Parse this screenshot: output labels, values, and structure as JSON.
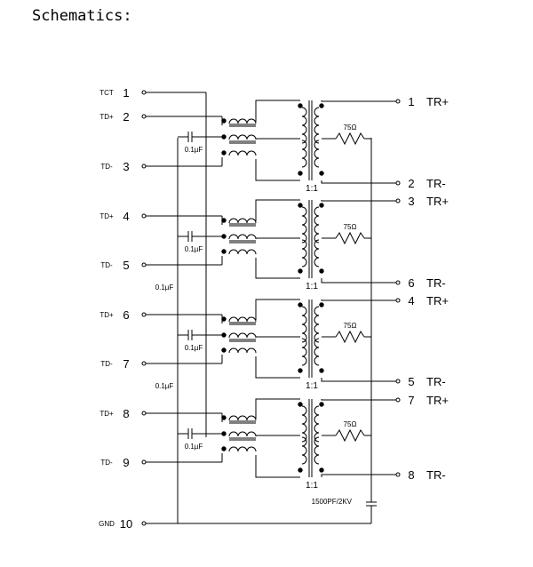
{
  "title": "Schematics:",
  "left_pins": [
    {
      "num": "1",
      "label": "TCT"
    },
    {
      "num": "2",
      "label": "TD+"
    },
    {
      "num": "3",
      "label": "TD-"
    },
    {
      "num": "4",
      "label": "TD+"
    },
    {
      "num": "5",
      "label": "TD-"
    },
    {
      "num": "6",
      "label": "TD+"
    },
    {
      "num": "7",
      "label": "TD-"
    },
    {
      "num": "8",
      "label": "TD+"
    },
    {
      "num": "9",
      "label": "TD-"
    },
    {
      "num": "10",
      "label": "GND"
    }
  ],
  "right_pins": [
    {
      "num": "1",
      "label": "TR+"
    },
    {
      "num": "2",
      "label": "TR-"
    },
    {
      "num": "3",
      "label": "TR+"
    },
    {
      "num": "6",
      "label": "TR-"
    },
    {
      "num": "4",
      "label": "TR+"
    },
    {
      "num": "5",
      "label": "TR-"
    },
    {
      "num": "7",
      "label": "TR+"
    },
    {
      "num": "8",
      "label": "TR-"
    }
  ],
  "cap_label": "0.1µF",
  "resistor_label": "75Ω",
  "ratio_label": "1:1",
  "hv_cap_label": "1500PF/2KV"
}
